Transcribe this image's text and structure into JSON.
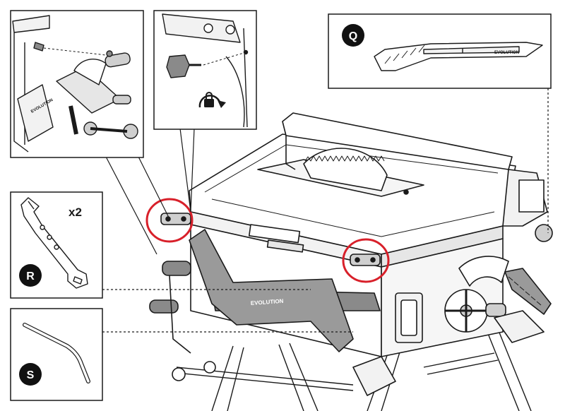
{
  "callouts": {
    "q": {
      "letter": "Q"
    },
    "r": {
      "letter": "R",
      "quantity": "x2"
    },
    "s": {
      "letter": "S"
    }
  },
  "brand_marks": {
    "blade_guard_text": "EVOLUTION",
    "saw_body_text": "EVOLUTION",
    "stand_text": "EVOLUTION"
  },
  "colors": {
    "line": "#1a1a1a",
    "highlight": "#d8202a",
    "fill_light": "#f2f2f2",
    "fill_mid": "#cfcfcf",
    "fill_dark": "#8a8a8a",
    "badge": "#111111"
  },
  "icons": {
    "lock": "lock-rotate-icon"
  }
}
